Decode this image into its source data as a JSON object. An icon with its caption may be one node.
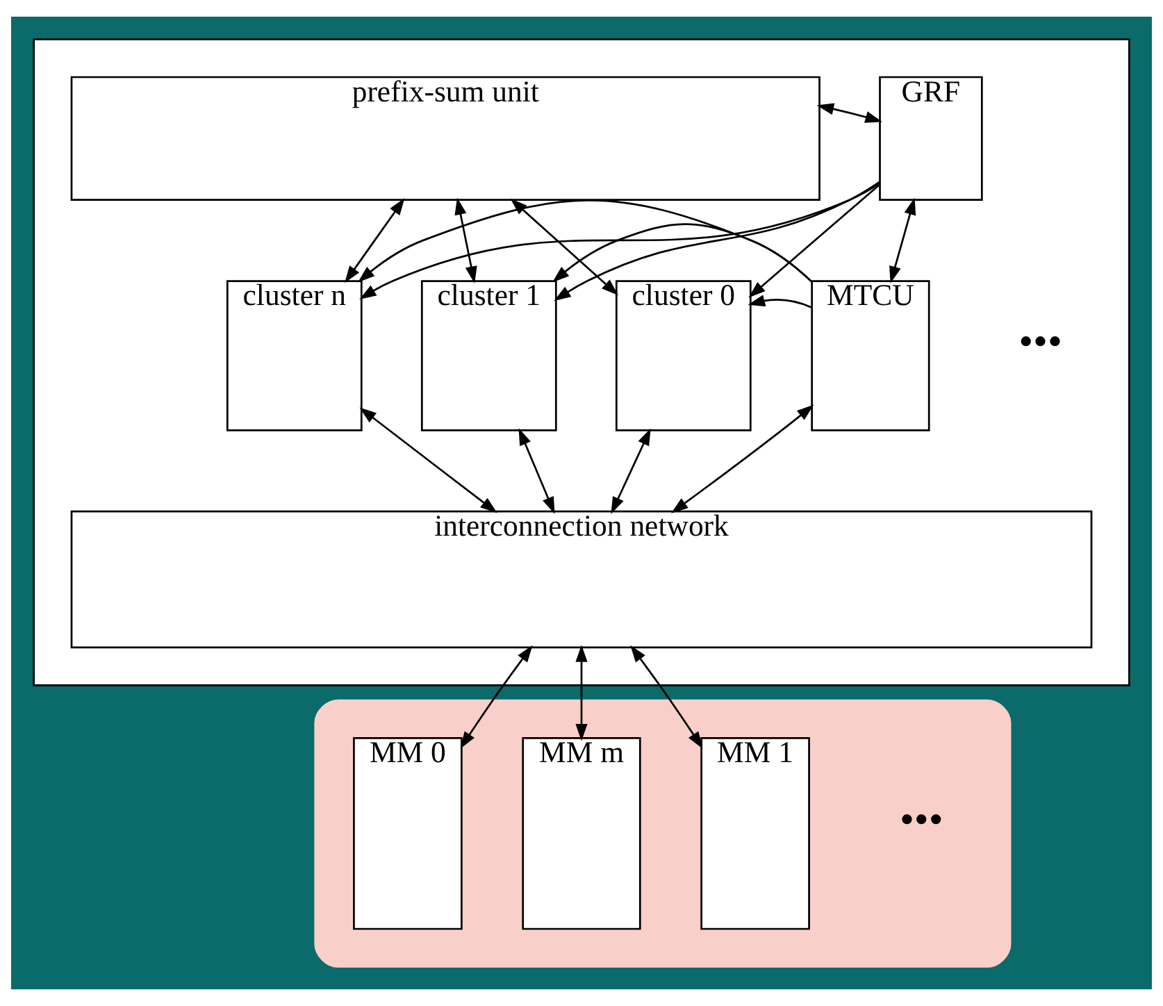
{
  "diagram": {
    "nodes": [
      {
        "text": [],
        "shape": "box"
      },
      {
        "text": [
          "GRF"
        ],
        "in": 0
      },
      {
        "text": [
          "prefix-sum unit"
        ],
        "in": 0
      },
      {
        "text": [
          "MTCU"
        ],
        "in": 0
      },
      {
        "text": [
          "cluster 0"
        ],
        "in": 0
      },
      {
        "text": [
          "cluster 1"
        ],
        "in": 0
      },
      {
        "text": [
          "cluster n"
        ],
        "in": 0
      },
      {
        "text": [
          "interconnection network"
        ],
        "in": 0
      },
      {
        "text": [],
        "shape": "box"
      },
      {
        "text": [
          "MM 0"
        ],
        "in": 8
      },
      {
        "text": [
          "MM 1"
        ],
        "in": 8
      },
      {
        "text": [
          "MM m"
        ],
        "in": 8
      }
    ],
    "edges": [
      {
        "from": 1,
        "to": 2,
        "arrow": "both"
      },
      {
        "from": 1,
        "to": 3,
        "arrow": "both"
      },
      {
        "from": 2,
        "to": 4,
        "arrow": "both"
      },
      {
        "from": 1,
        "to": 4,
        "arrow": "to"
      },
      {
        "from": 2,
        "to": 5,
        "arrow": "both"
      },
      {
        "from": 1,
        "to": 5,
        "arrow": "to"
      },
      {
        "from": 2,
        "to": 6,
        "arrow": "both"
      },
      {
        "from": 1,
        "to": 6,
        "arrow": "to"
      },
      {
        "from": 3,
        "to": 7,
        "arrow": "both"
      },
      {
        "from": 4,
        "to": 7,
        "arrow": "both"
      },
      {
        "from": 3,
        "to": 4,
        "arrow": "to"
      },
      {
        "from": 5,
        "to": 7,
        "arrow": "both"
      },
      {
        "from": 3,
        "to": 5,
        "arrow": "to"
      },
      {
        "from": 6,
        "to": 7,
        "arrow": "both"
      },
      {
        "from": 3,
        "to": 6,
        "arrow": "to"
      },
      {
        "from": 7,
        "to": 9,
        "arrow": "both"
      },
      {
        "from": 7,
        "to": 10,
        "arrow": "both"
      },
      {
        "from": 7,
        "to": 11,
        "arrow": "both"
      }
    ],
    "labels": [
      "•••",
      "•••"
    ]
  }
}
